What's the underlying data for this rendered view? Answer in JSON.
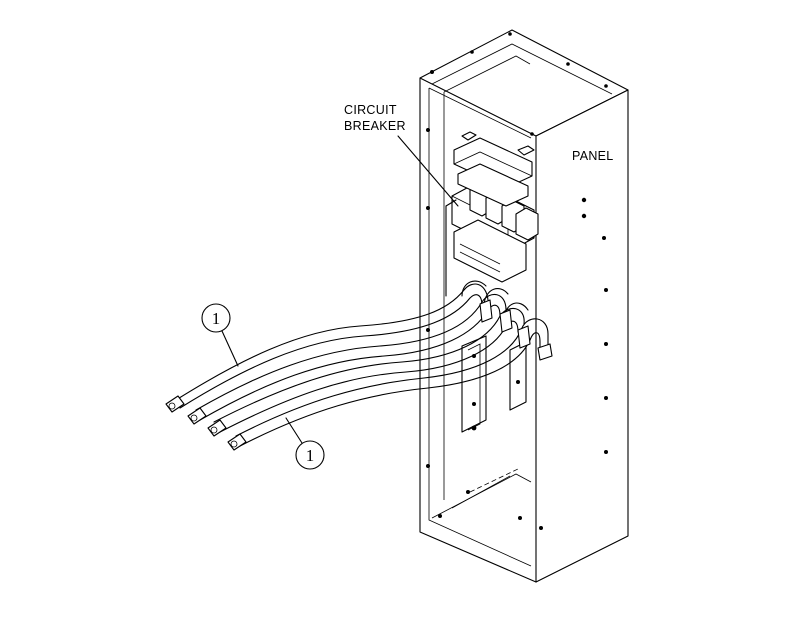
{
  "labels": {
    "circuit_breaker_line1": "CIRCUIT",
    "circuit_breaker_line2": "BREAKER",
    "panel": "PANEL"
  },
  "callouts": [
    {
      "number": "1"
    },
    {
      "number": "1"
    }
  ]
}
